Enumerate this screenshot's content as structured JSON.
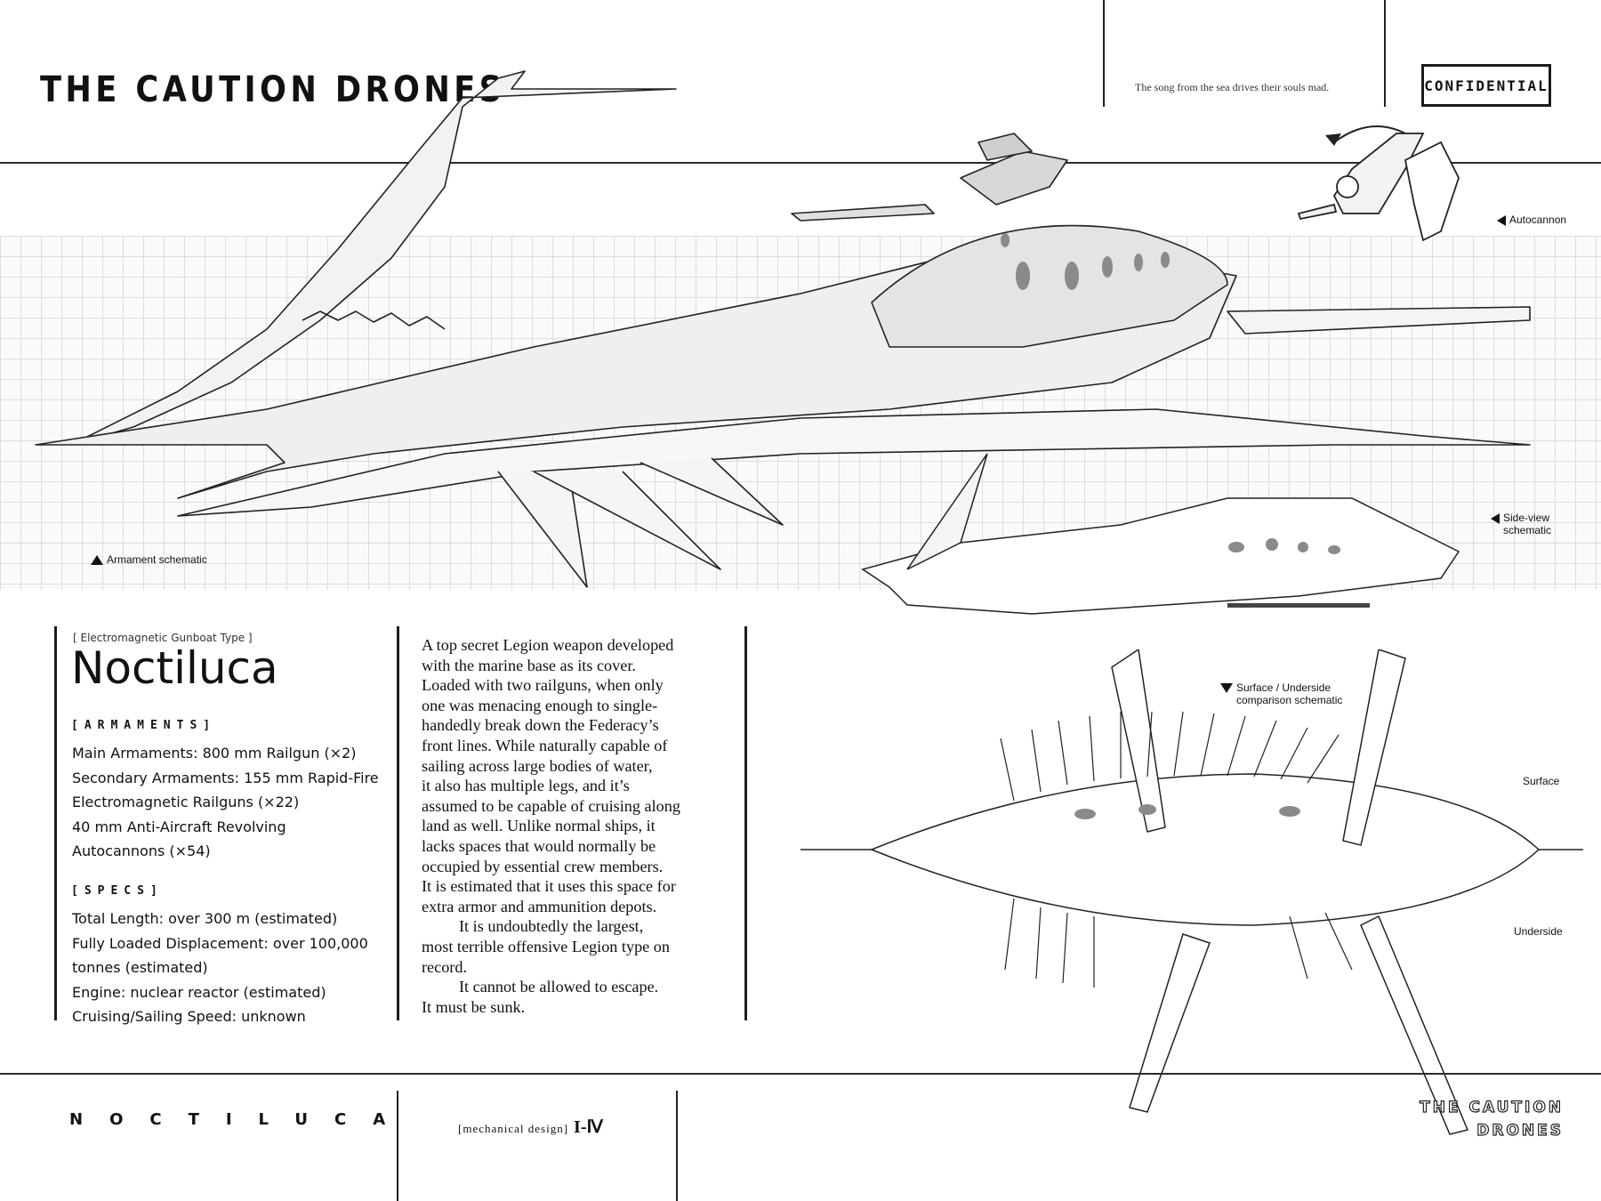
{
  "header": {
    "title": "THE CAUTION DRONES",
    "tagline": "The song from the sea drives their souls mad.",
    "stamp": "CONFIDENTIAL"
  },
  "figure_labels": {
    "armament": "Armament schematic",
    "autocannon": "Autocannon",
    "side_view_line1": "Side-view",
    "side_view_line2": "schematic",
    "comparison_line1": "Surface / Underside",
    "comparison_line2": "comparison schematic",
    "surface": "Surface",
    "underside": "Underside"
  },
  "specs_panel": {
    "type_tag": "[ Electromagnetic Gunboat Type ]",
    "name": "Noctiluca",
    "armaments_heading": "[ARMAMENTS]",
    "armaments": [
      "Main Armaments: 800 mm Railgun  (×2)",
      "Secondary Armaments: 155 mm Rapid-Fire",
      "Electromagnetic Railguns (×22)",
      "40 mm Anti-Aircraft Revolving",
      "Autocannons (×54)"
    ],
    "specs_heading": "[SPECS]",
    "specs": [
      "Total Length: over 300 m (estimated)",
      "Fully Loaded Displacement: over 100,000",
      "tonnes (estimated)",
      "Engine: nuclear reactor (estimated)",
      "Cruising/Sailing Speed: unknown"
    ]
  },
  "description": {
    "paragraph1_lines": [
      "A top secret Legion weapon developed",
      "with the marine base as its cover.",
      "Loaded with two railguns, when only",
      "one was menacing enough to single-",
      "handedly break down the Federacy’s",
      "front lines. While naturally capable of",
      "sailing across large bodies of water,",
      "it also has multiple legs, and it’s",
      "assumed to be capable of cruising along",
      "land as well. Unlike normal ships, it",
      "lacks spaces that would normally be",
      "occupied by essential crew members.",
      "It is estimated that it uses this space for",
      "extra armor and ammunition depots."
    ],
    "paragraph2_lines": [
      "It is undoubtedly the largest,",
      "most terrible offensive Legion type on",
      "record."
    ],
    "paragraph3_lines": [
      "It cannot be allowed to escape.",
      "It must be sunk."
    ]
  },
  "footer": {
    "name": "NOCTILUCA",
    "section_label": "[mechanical design]",
    "section_number": "I-Ⅳ",
    "logo_line1": "THE CAUTION",
    "logo_line2": "DRONES"
  }
}
